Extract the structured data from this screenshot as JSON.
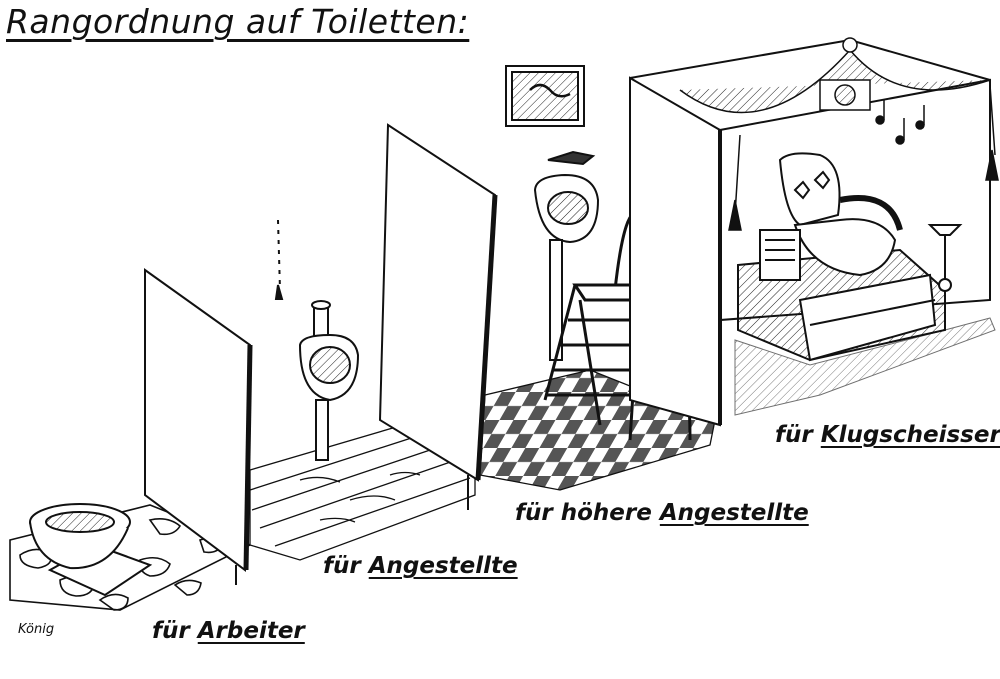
{
  "title": "Rangordnung auf Toiletten:",
  "labels": {
    "arbeiter": {
      "prefix": "für",
      "word": "Arbeiter"
    },
    "angestellte": {
      "prefix": "für",
      "word": "Angestellte"
    },
    "hoehere": {
      "prefix": "für höhere",
      "word": "Angestellte"
    },
    "klugscheisser": {
      "prefix": "für",
      "word": "Klugscheisser"
    }
  },
  "signature": "König",
  "colors": {
    "ink": "#111111",
    "paper": "#ffffff"
  }
}
